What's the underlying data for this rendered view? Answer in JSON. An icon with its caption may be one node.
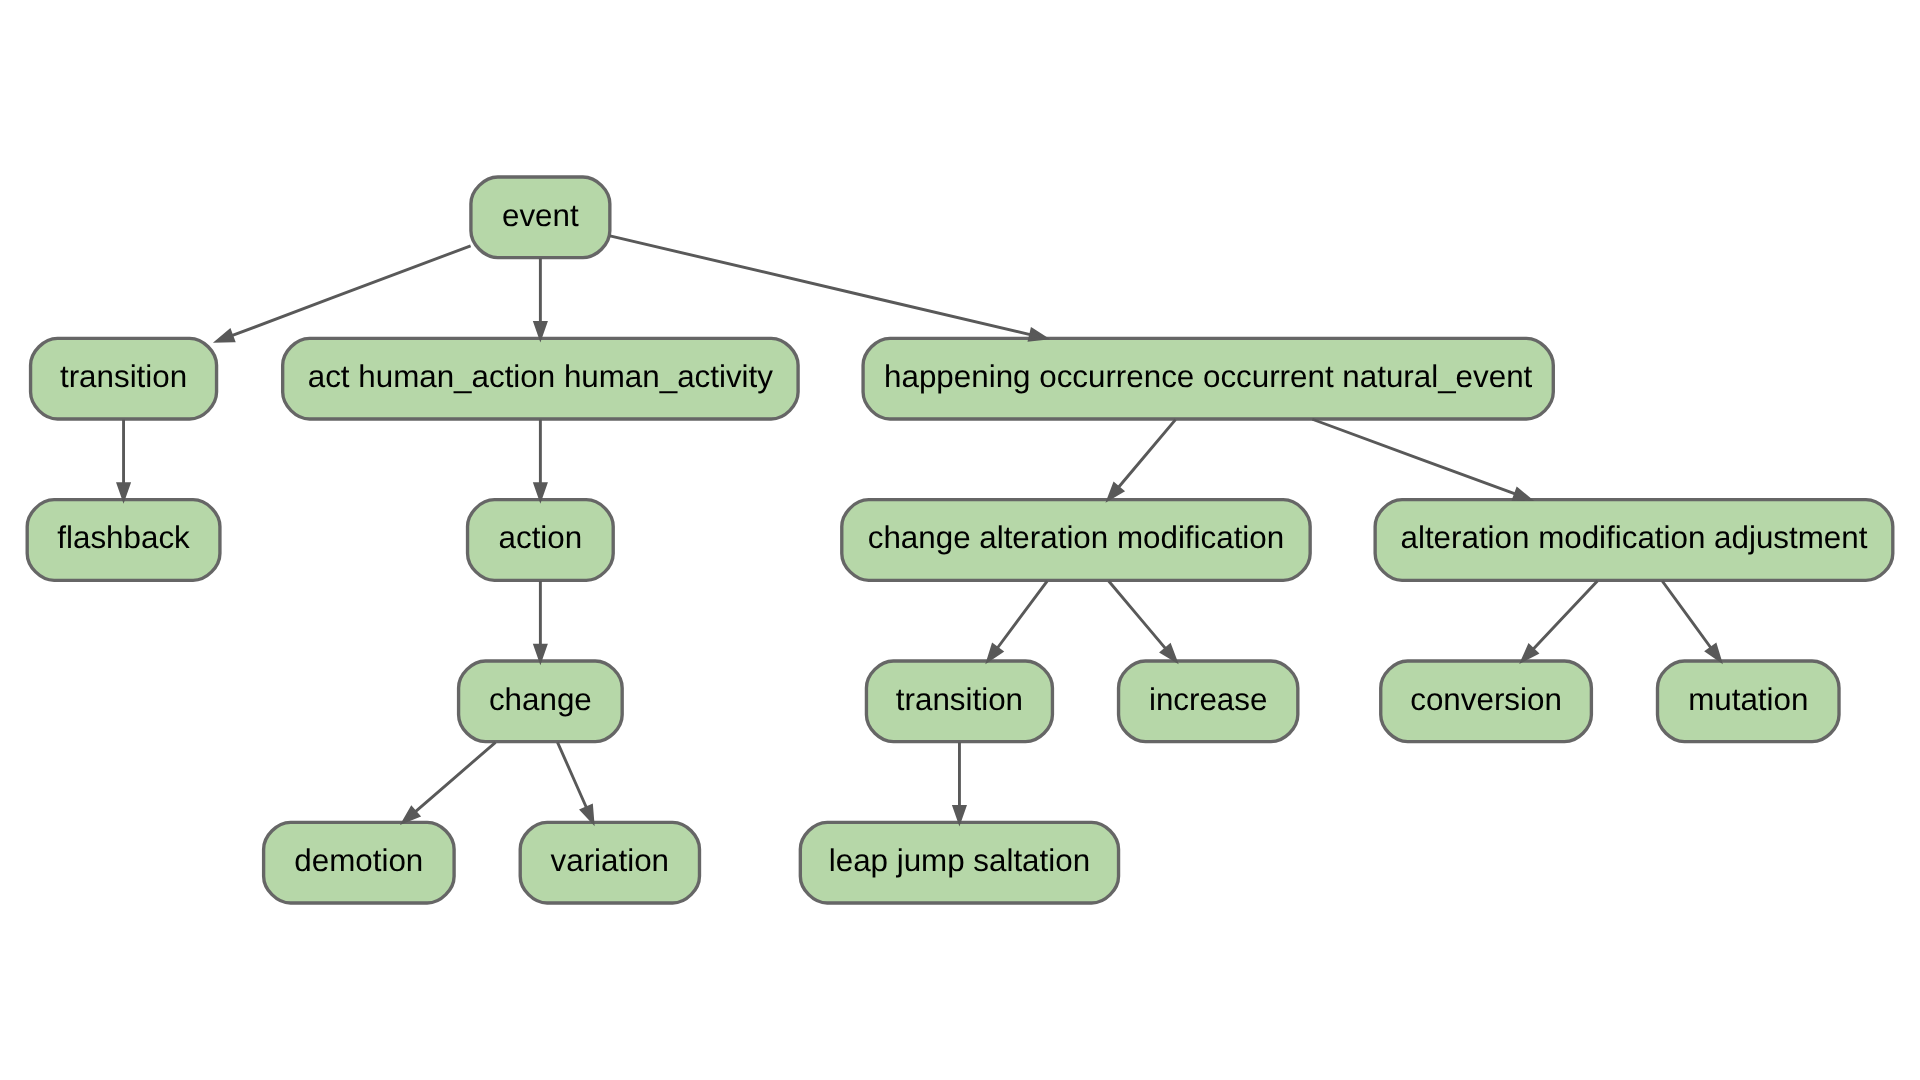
{
  "diagram": {
    "nodes": [
      {
        "text": [
          "event"
        ]
      },
      {
        "text": [
          "transition"
        ]
      },
      {
        "text": [
          "flashback"
        ]
      },
      {
        "text": [
          "act human_action human_activity"
        ]
      },
      {
        "text": [
          "happening occurrence occurrent natural_event"
        ]
      },
      {
        "text": [
          "action"
        ]
      },
      {
        "text": [
          "change alteration modification"
        ]
      },
      {
        "text": [
          "alteration modification adjustment"
        ]
      },
      {
        "text": [
          "change"
        ]
      },
      {
        "text": [
          "conversion"
        ]
      },
      {
        "text": [
          "mutation"
        ]
      },
      {
        "text": [
          "transition"
        ]
      },
      {
        "text": [
          "increase"
        ]
      },
      {
        "text": [
          "demotion"
        ]
      },
      {
        "text": [
          "variation"
        ]
      },
      {
        "text": [
          "leap jump saltation"
        ]
      }
    ],
    "edges": [
      {
        "from": 0,
        "to": 1,
        "arrow": "to"
      },
      {
        "from": 1,
        "to": 2,
        "arrow": "to"
      },
      {
        "from": 0,
        "to": 4,
        "arrow": "to"
      },
      {
        "from": 0,
        "to": 3,
        "arrow": "to"
      },
      {
        "from": 3,
        "to": 5,
        "arrow": "to"
      },
      {
        "from": 5,
        "to": 8,
        "arrow": "to"
      },
      {
        "from": 8,
        "to": 13,
        "arrow": "to"
      },
      {
        "from": 8,
        "to": 14,
        "arrow": "to"
      },
      {
        "from": 4,
        "to": 6,
        "arrow": "to"
      },
      {
        "from": 4,
        "to": 7,
        "arrow": "to"
      },
      {
        "from": 7,
        "to": 9,
        "arrow": "to"
      },
      {
        "from": 7,
        "to": 10,
        "arrow": "to"
      },
      {
        "from": 6,
        "to": 11,
        "arrow": "to"
      },
      {
        "from": 6,
        "to": 12,
        "arrow": "to"
      },
      {
        "from": 11,
        "to": 15,
        "arrow": "to"
      }
    ]
  }
}
